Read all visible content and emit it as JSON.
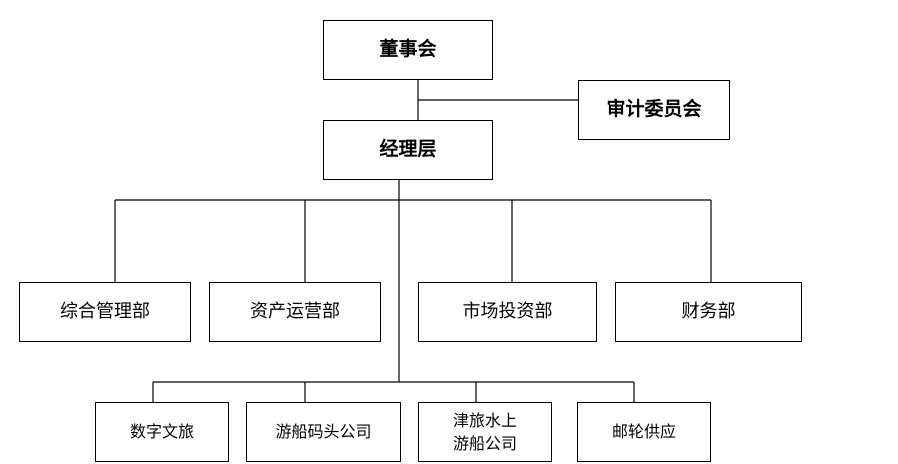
{
  "board": "董事会",
  "audit_committee": "审计委员会",
  "management": "经理层",
  "departments": [
    "综合管理部",
    "资产运营部",
    "市场投资部",
    "财务部"
  ],
  "subsidiaries": [
    "数字文旅",
    "游船码头公司",
    "津旅水上\n游船公司",
    "邮轮供应"
  ]
}
